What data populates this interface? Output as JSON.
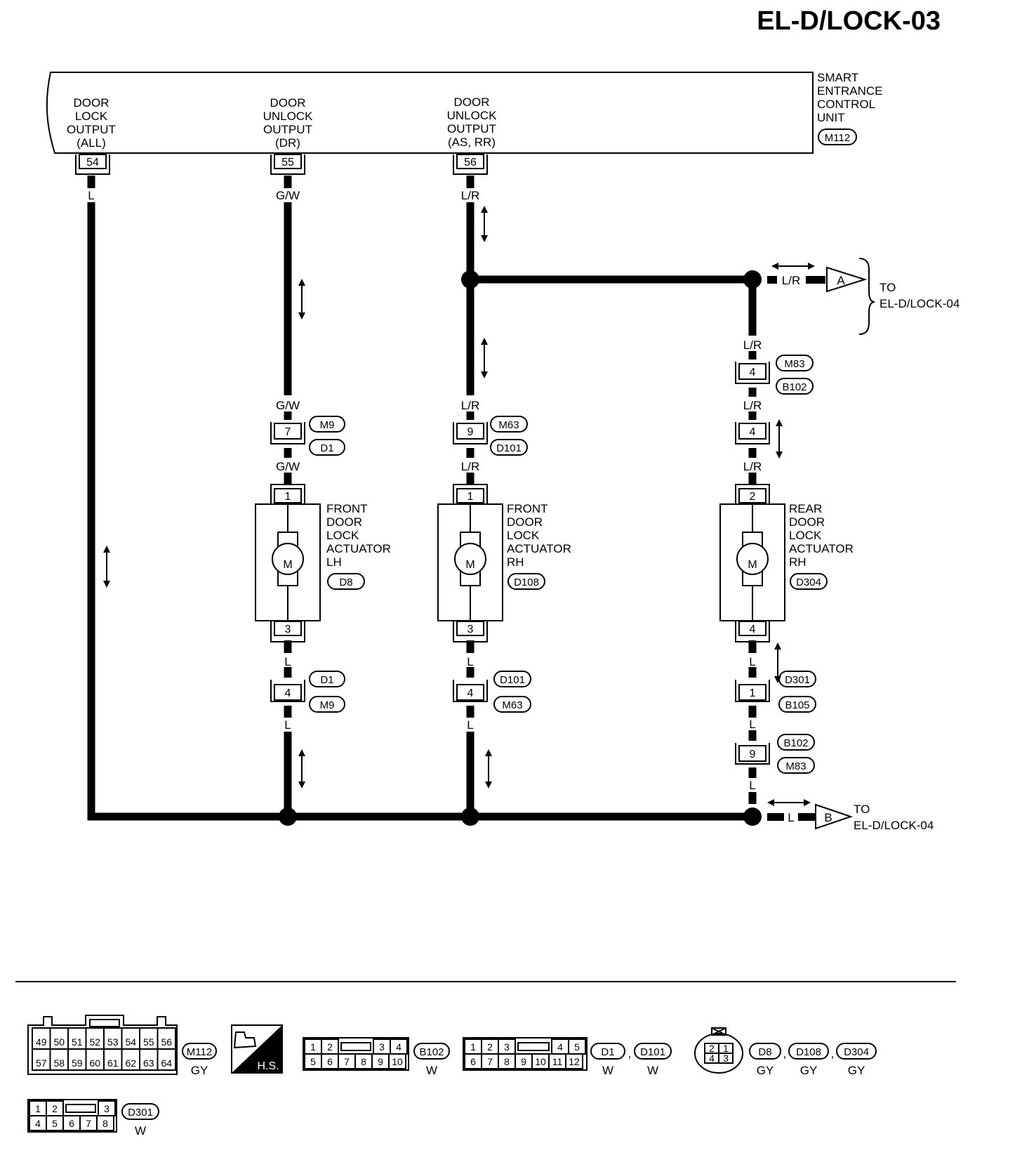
{
  "page_code": "EL-D/LOCK-03",
  "control_unit": {
    "name_lines": [
      "SMART",
      "ENTRANCE",
      "CONTROL",
      "UNIT"
    ],
    "connector": "M112",
    "outputs": [
      {
        "lines": [
          "DOOR",
          "LOCK",
          "OUTPUT",
          "(ALL)"
        ],
        "pin": "54",
        "wire": "L"
      },
      {
        "lines": [
          "DOOR",
          "UNLOCK",
          "OUTPUT",
          "(DR)"
        ],
        "pin": "55",
        "wire": "G/W"
      },
      {
        "lines": [
          "DOOR",
          "UNLOCK",
          "OUTPUT",
          "(AS, RR)"
        ],
        "pin": "56",
        "wire": "L/R"
      }
    ]
  },
  "actuators": [
    {
      "lines": [
        "FRONT",
        "DOOR",
        "LOCK",
        "ACTUATOR",
        "LH"
      ],
      "connector": "D8",
      "motor": "M",
      "pin_top": "1",
      "pin_bottom": "3",
      "upper_conn": {
        "pin": "7",
        "tags": [
          "M9",
          "D1"
        ]
      },
      "lower_conn": {
        "pin": "4",
        "tags": [
          "D1",
          "M9"
        ]
      },
      "wires": {
        "a": "G/W",
        "b": "G/W",
        "c": "L",
        "d": "L"
      }
    },
    {
      "lines": [
        "FRONT",
        "DOOR",
        "LOCK",
        "ACTUATOR",
        "RH"
      ],
      "connector": "D108",
      "motor": "M",
      "pin_top": "1",
      "pin_bottom": "3",
      "upper_conn": {
        "pin": "9",
        "tags": [
          "M63",
          "D101"
        ]
      },
      "lower_conn": {
        "pin": "4",
        "tags": [
          "D101",
          "M63"
        ]
      },
      "wires": {
        "a": "L/R",
        "b": "L/R",
        "c": "L",
        "d": "L"
      }
    },
    {
      "lines": [
        "REAR",
        "DOOR",
        "LOCK",
        "ACTUATOR",
        "RH"
      ],
      "connector": "D304",
      "motor": "M",
      "pin_top": "2",
      "pin_bottom": "4",
      "conn_a": {
        "pin": "4",
        "tags": [
          "M83",
          "B102"
        ]
      },
      "conn_b": {
        "pin": "4"
      },
      "conn_c": {
        "pin": "1",
        "tags": [
          "D301",
          "B105"
        ]
      },
      "conn_d": {
        "pin": "9",
        "tags": [
          "B102",
          "M83"
        ]
      },
      "wires": {
        "a": "L/R",
        "b": "L/R",
        "c": "L/R",
        "d": "L",
        "e": "L",
        "f": "L"
      }
    }
  ],
  "refs": [
    {
      "letter": "A",
      "wire": "L/R",
      "to": [
        "TO",
        "EL-D/LOCK-04"
      ]
    },
    {
      "letter": "B",
      "wire": "L",
      "to": [
        "TO",
        "EL-D/LOCK-04"
      ]
    }
  ],
  "legend": {
    "m112": {
      "top": [
        "49",
        "50",
        "51",
        "52",
        "53",
        "54",
        "55",
        "56"
      ],
      "bottom": [
        "57",
        "58",
        "59",
        "60",
        "61",
        "62",
        "63",
        "64"
      ],
      "tag": "M112",
      "color": "GY"
    },
    "hs": "H.S.",
    "b102": {
      "top": [
        "1",
        "2",
        "3",
        "4"
      ],
      "bottom": [
        "5",
        "6",
        "7",
        "8",
        "9",
        "10"
      ],
      "tag": "B102",
      "color": "W"
    },
    "d1": {
      "top": [
        "1",
        "2",
        "3",
        "4",
        "5"
      ],
      "bottom": [
        "6",
        "7",
        "8",
        "9",
        "10",
        "11",
        "12"
      ],
      "tags": [
        "D1",
        "D101"
      ],
      "sep": ",",
      "colors": [
        "W",
        "W"
      ]
    },
    "d8": {
      "pins": [
        "2",
        "1",
        "4",
        "3"
      ],
      "tags": [
        "D8",
        "D108",
        "D304"
      ],
      "sep": ",",
      "colors": [
        "GY",
        "GY",
        "GY"
      ]
    },
    "d301": {
      "top": [
        "1",
        "2",
        "3"
      ],
      "bottom": [
        "4",
        "5",
        "6",
        "7",
        "8"
      ],
      "tag": "D301",
      "color": "W"
    }
  }
}
